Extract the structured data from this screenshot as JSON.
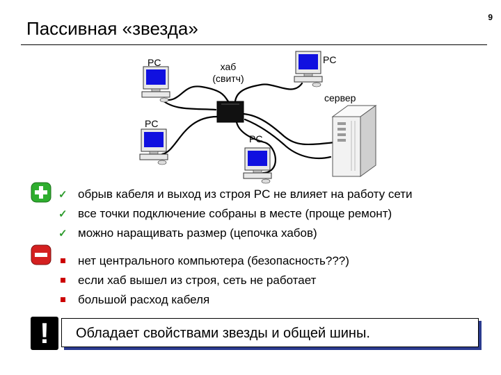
{
  "slide": {
    "number": "9",
    "title": "Пассивная «звезда»"
  },
  "diagram": {
    "labels": {
      "pc_top_left": "PC",
      "hub_line1": "хаб",
      "hub_line2": "(свитч)",
      "pc_top_right": "PC",
      "server": "сервер",
      "pc_mid_left": "PC",
      "pc_bottom": "PC"
    },
    "colors": {
      "screen": "#1010e0",
      "hub": "#111111",
      "server_body": "#f2f2f2"
    }
  },
  "pros": {
    "icon": "plus-icon",
    "items": [
      "обрыв кабеля и выход из строя PC не влияет на работу сети",
      "все точки подключение собраны в месте (проще ремонт)",
      "можно наращивать размер (цепочка хабов)"
    ]
  },
  "cons": {
    "icon": "minus-icon",
    "items": [
      "нет центрального компьютера (безопасность???)",
      "если хаб вышел из строя, сеть не работает",
      "большой расход кабеля"
    ]
  },
  "conclusion": {
    "mark": "!",
    "text": "Обладает свойствами звезды и общей шины."
  }
}
